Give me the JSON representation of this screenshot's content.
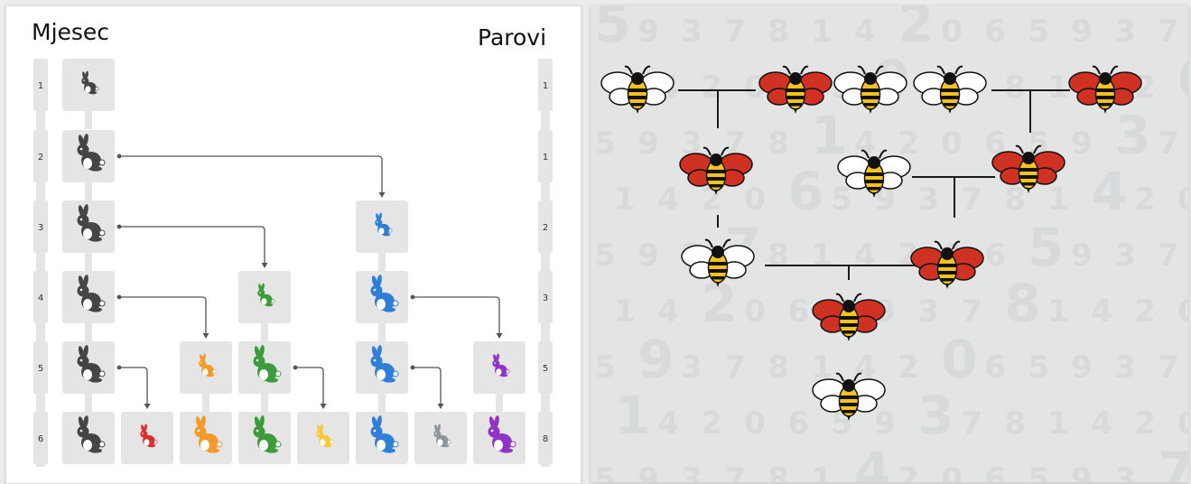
{
  "rabbit_tree": {
    "title_month": "Mjesec",
    "title_pairs": "Parovi",
    "months": [
      "1",
      "2",
      "3",
      "4",
      "5",
      "6"
    ],
    "pairs": [
      "1",
      "1",
      "2",
      "3",
      "5",
      "8"
    ],
    "colors": {
      "dark": "#454545",
      "blue": "#2f7fd8",
      "green": "#3d9a3d",
      "orange": "#f39a2a",
      "purple": "#8e35c8",
      "red": "#d93030",
      "yellow": "#f6c83a",
      "gray": "#8d969c"
    },
    "rabbits": [
      {
        "row": 1,
        "col": 1,
        "color": "dark",
        "size": "small"
      },
      {
        "row": 2,
        "col": 1,
        "color": "dark",
        "size": "big"
      },
      {
        "row": 3,
        "col": 1,
        "color": "dark",
        "size": "big"
      },
      {
        "row": 3,
        "col": 6,
        "color": "blue",
        "size": "small"
      },
      {
        "row": 4,
        "col": 1,
        "color": "dark",
        "size": "big"
      },
      {
        "row": 4,
        "col": 4,
        "color": "green",
        "size": "small"
      },
      {
        "row": 4,
        "col": 6,
        "color": "blue",
        "size": "big"
      },
      {
        "row": 5,
        "col": 1,
        "color": "dark",
        "size": "big"
      },
      {
        "row": 5,
        "col": 3,
        "color": "orange",
        "size": "small"
      },
      {
        "row": 5,
        "col": 4,
        "color": "green",
        "size": "big"
      },
      {
        "row": 5,
        "col": 6,
        "color": "blue",
        "size": "big"
      },
      {
        "row": 5,
        "col": 8,
        "color": "purple",
        "size": "small"
      },
      {
        "row": 6,
        "col": 1,
        "color": "dark",
        "size": "big"
      },
      {
        "row": 6,
        "col": 2,
        "color": "red",
        "size": "small"
      },
      {
        "row": 6,
        "col": 3,
        "color": "orange",
        "size": "big"
      },
      {
        "row": 6,
        "col": 4,
        "color": "green",
        "size": "big"
      },
      {
        "row": 6,
        "col": 5,
        "color": "yellow",
        "size": "small"
      },
      {
        "row": 6,
        "col": 6,
        "color": "blue",
        "size": "big"
      },
      {
        "row": 6,
        "col": 7,
        "color": "gray",
        "size": "small"
      },
      {
        "row": 6,
        "col": 8,
        "color": "purple",
        "size": "big"
      }
    ],
    "links": [
      {
        "from": [
          2,
          1
        ],
        "to": [
          3,
          6
        ]
      },
      {
        "from": [
          3,
          1
        ],
        "to": [
          4,
          4
        ]
      },
      {
        "from": [
          4,
          1
        ],
        "to": [
          5,
          3
        ]
      },
      {
        "from": [
          4,
          6
        ],
        "to": [
          5,
          8
        ]
      },
      {
        "from": [
          5,
          1
        ],
        "to": [
          6,
          2
        ]
      },
      {
        "from": [
          5,
          4
        ],
        "to": [
          6,
          5
        ]
      },
      {
        "from": [
          5,
          6
        ],
        "to": [
          6,
          7
        ]
      }
    ]
  },
  "bee_tree": {
    "wing_colors": {
      "female": "#cf3222",
      "male": "#ffffff"
    },
    "bees": [
      {
        "id": "g1a",
        "sex": "male"
      },
      {
        "id": "g1b",
        "sex": "female"
      },
      {
        "id": "g1c",
        "sex": "male"
      },
      {
        "id": "g1d",
        "sex": "male"
      },
      {
        "id": "g1e",
        "sex": "female"
      },
      {
        "id": "g2a",
        "sex": "female"
      },
      {
        "id": "g2b",
        "sex": "male"
      },
      {
        "id": "g2c",
        "sex": "female"
      },
      {
        "id": "g3a",
        "sex": "male"
      },
      {
        "id": "g3b",
        "sex": "female"
      },
      {
        "id": "g4",
        "sex": "female"
      },
      {
        "id": "g5",
        "sex": "male"
      }
    ]
  }
}
